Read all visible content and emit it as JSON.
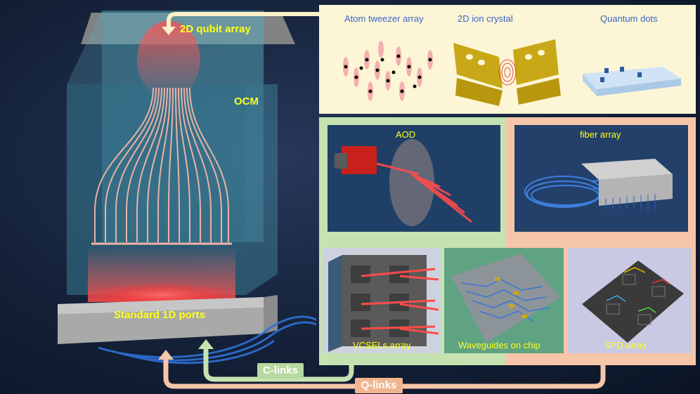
{
  "labels": {
    "qubit_array": "2D qubit array",
    "ocm": "OCM",
    "ports": "Standard 1D ports",
    "c_links": "C-links",
    "q_links": "Q-links"
  },
  "qubit_platforms": [
    "Atom tweezer array",
    "2D ion crystal",
    "Quantum dots"
  ],
  "classical_modules": {
    "aod": "AOD",
    "fiber": "fiber array",
    "vcsel": "VCSELs array",
    "waveguide": "Waveguides on chip",
    "spd": "SPD array"
  },
  "colors": {
    "top_panel": "#fdf6d6",
    "c_links": "#c6e2b0",
    "q_links": "#f6c6a8",
    "label_yellow": "#ffff1a",
    "beam": "#ff5a5a"
  }
}
